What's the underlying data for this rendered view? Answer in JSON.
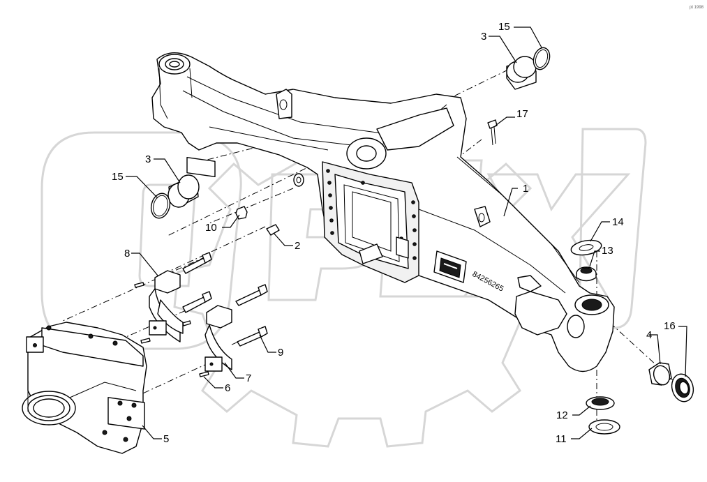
{
  "corner_mark": "pt 1998",
  "plate_number": "84256265",
  "callouts": [
    {
      "id": "c15a",
      "text": "15"
    },
    {
      "id": "c3a",
      "text": "3"
    },
    {
      "id": "c17",
      "text": "17"
    },
    {
      "id": "c3b",
      "text": "3"
    },
    {
      "id": "c15b",
      "text": "15"
    },
    {
      "id": "c1",
      "text": "1"
    },
    {
      "id": "c14",
      "text": "14"
    },
    {
      "id": "c10",
      "text": "10"
    },
    {
      "id": "c2",
      "text": "2"
    },
    {
      "id": "c13",
      "text": "13"
    },
    {
      "id": "c8",
      "text": "8"
    },
    {
      "id": "c16",
      "text": "16"
    },
    {
      "id": "c4",
      "text": "4"
    },
    {
      "id": "c9",
      "text": "9"
    },
    {
      "id": "c7",
      "text": "7"
    },
    {
      "id": "c6",
      "text": "6"
    },
    {
      "id": "c12",
      "text": "12"
    },
    {
      "id": "c5",
      "text": "5"
    },
    {
      "id": "c11",
      "text": "11"
    }
  ]
}
